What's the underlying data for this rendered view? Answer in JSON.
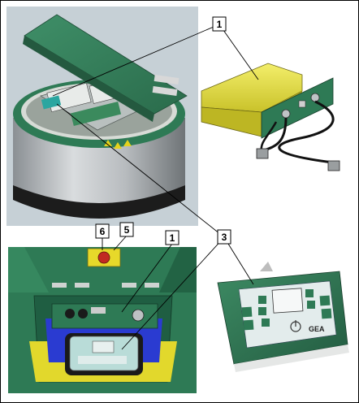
{
  "callouts": {
    "c1_top": "1",
    "c3": "3",
    "c6": "6",
    "c5": "5",
    "c1_bottom": "1"
  },
  "brand": {
    "logo": "GEA"
  },
  "colors": {
    "housing_green": "#2e7a55",
    "module_yellow": "#e7e13a",
    "cylinder_gray": "#a9adb0",
    "background_scene": "#c8d2d8",
    "callout_border": "#000000"
  }
}
